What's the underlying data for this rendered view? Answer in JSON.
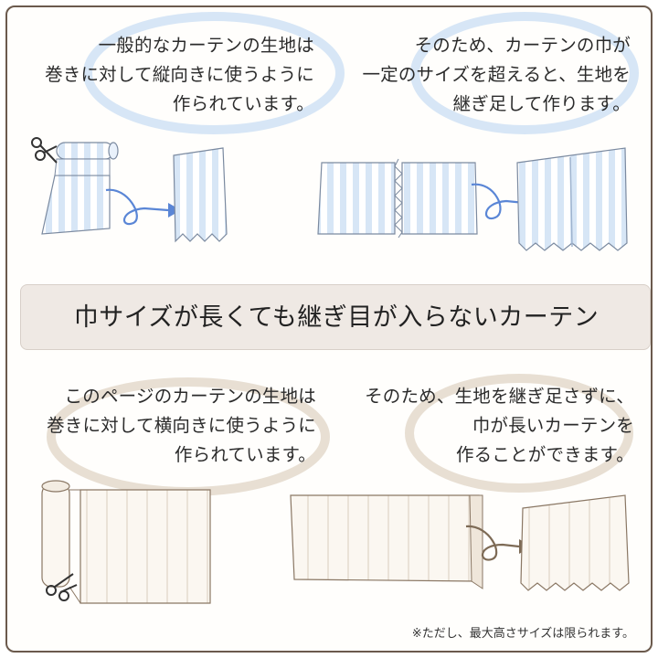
{
  "top_left": {
    "line1": "一般的なカーテンの生地は",
    "line2": "巻きに対して縦向きに使うように",
    "line3": "作られています。"
  },
  "top_right": {
    "line1": "そのため、カーテンの巾が",
    "line2": "一定のサイズを超えると、生地を",
    "line3": "継ぎ足して作ります。"
  },
  "banner": {
    "title": "巾サイズが長くても継ぎ目が入らないカーテン"
  },
  "bottom_left": {
    "line1": "このページのカーテンの生地は",
    "line2": "巻きに対して横向きに使うように",
    "line3": "作られています。"
  },
  "bottom_right": {
    "line1": "そのため、生地を継ぎ足さずに、",
    "line2": "巾が長いカーテンを",
    "line3": "作ることができます。"
  },
  "footnote": "※ただし、最大高さサイズは限られます。",
  "colors": {
    "border": "#6b5a4d",
    "banner_bg": "#efe9e4",
    "stripe_blue": "#cfe0f3",
    "arrow_blue": "#5a86d6",
    "arrow_brown": "#7d6a55"
  }
}
